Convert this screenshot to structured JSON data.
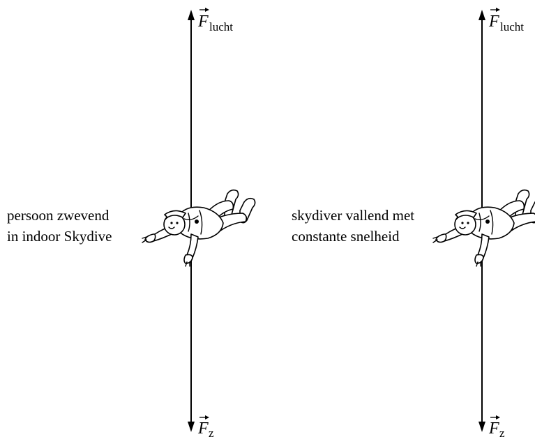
{
  "panels": [
    {
      "caption_line1": "persoon zwevend",
      "caption_line2": "in indoor Skydive",
      "force_top_symbol": "F",
      "force_top_subscript": "lucht",
      "force_bottom_symbol": "F",
      "force_bottom_subscript": "z"
    },
    {
      "caption_line1": "skydiver vallend met",
      "caption_line2": "constante snelheid",
      "force_top_symbol": "F",
      "force_top_subscript": "lucht",
      "force_bottom_symbol": "F",
      "force_bottom_subscript": "z"
    }
  ]
}
